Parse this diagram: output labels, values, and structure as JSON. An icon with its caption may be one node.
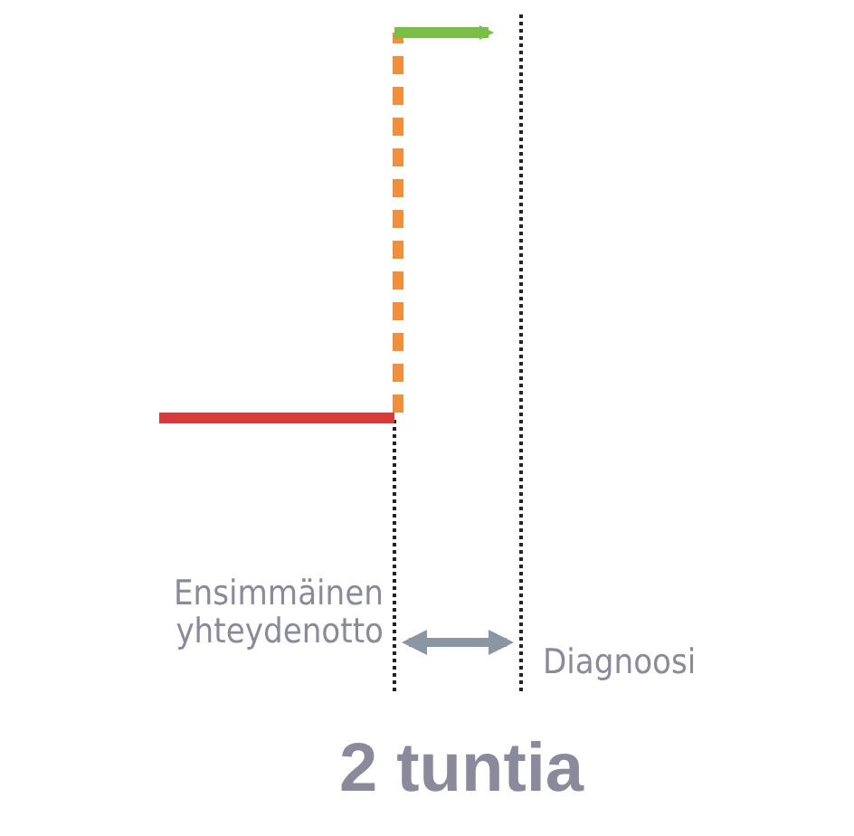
{
  "diagram": {
    "labels": [
      "Ensimmäinen yhteydenotto",
      "Diagnoosi",
      "2 tuntia"
    ]
  }
}
